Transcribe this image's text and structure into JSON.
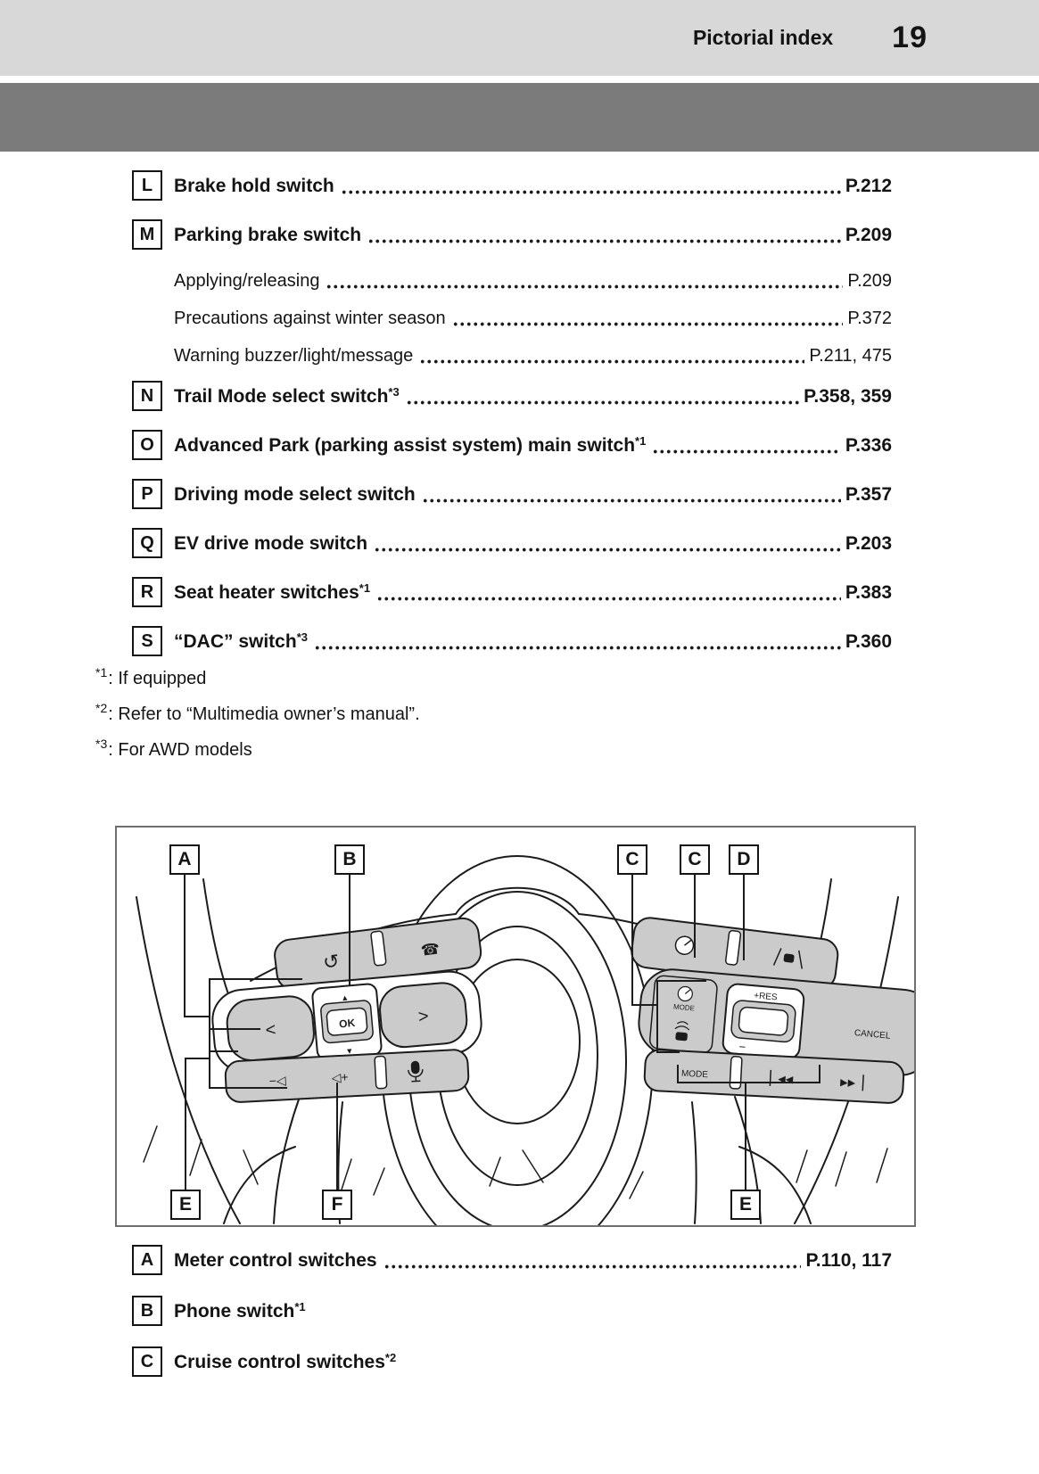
{
  "header": {
    "title": "Pictorial index",
    "page_number": "19"
  },
  "index": {
    "items": [
      {
        "letter": "L",
        "label": "Brake hold switch",
        "sup": "",
        "pages": "P.212"
      },
      {
        "letter": "M",
        "label": "Parking brake switch",
        "sup": "",
        "pages": "P.209"
      },
      {
        "letter": "N",
        "label": "Trail Mode select switch",
        "sup": "*3",
        "pages": "P.358, 359"
      },
      {
        "letter": "O",
        "label": "Advanced Park (parking assist system) main switch",
        "sup": "*1",
        "pages": "P.336"
      },
      {
        "letter": "P",
        "label": "Driving mode select switch",
        "sup": "",
        "pages": "P.357"
      },
      {
        "letter": "Q",
        "label": "EV drive mode switch",
        "sup": "",
        "pages": "P.203"
      },
      {
        "letter": "R",
        "label": "Seat heater switches",
        "sup": "*1",
        "pages": "P.383"
      },
      {
        "letter": "S",
        "label": "“DAC” switch",
        "sup": "*3",
        "pages": "P.360"
      }
    ],
    "m_subitems": [
      {
        "label": "Applying/releasing",
        "pages": "P.209"
      },
      {
        "label": "Precautions against winter season",
        "pages": "P.372"
      },
      {
        "label": "Warning buzzer/light/message",
        "pages": "P.211, 475"
      }
    ]
  },
  "footnotes": [
    {
      "marker": "*1",
      "text": ": If equipped"
    },
    {
      "marker": "*2",
      "text": ": Refer to “Multimedia owner’s manual”."
    },
    {
      "marker": "*3",
      "text": ": For AWD models"
    }
  ],
  "diagram": {
    "top_labels": [
      "A",
      "B",
      "C",
      "C",
      "D"
    ],
    "bottom_labels": [
      "E",
      "F",
      "E"
    ],
    "buttons": {
      "ok": "OK",
      "res": "+RES",
      "minus": "−",
      "cancel": "CANCEL",
      "cruise_mode": "MODE",
      "audio_mode": "MODE",
      "vol_down": "−◁",
      "vol_up": "◁+",
      "seek_back": "◀◀",
      "seek_fwd": "▶▶",
      "back_icon": "↺",
      "phone_icon": "☎",
      "left": "<",
      "right": ">",
      "up": "▲",
      "down": "▼"
    },
    "icons": {
      "cruise": "speedometer-icon",
      "lane_assist": "lane-keep-icon",
      "distance": "following-distance-icon",
      "voice": "mic-icon"
    }
  },
  "bottom_list": {
    "items": [
      {
        "letter": "A",
        "label": "Meter control switches",
        "sup": "",
        "pages": "P.110, 117"
      },
      {
        "letter": "B",
        "label": "Phone switch",
        "sup": "*1",
        "pages": ""
      },
      {
        "letter": "C",
        "label": "Cruise control switches",
        "sup": "*2",
        "pages": ""
      }
    ]
  }
}
